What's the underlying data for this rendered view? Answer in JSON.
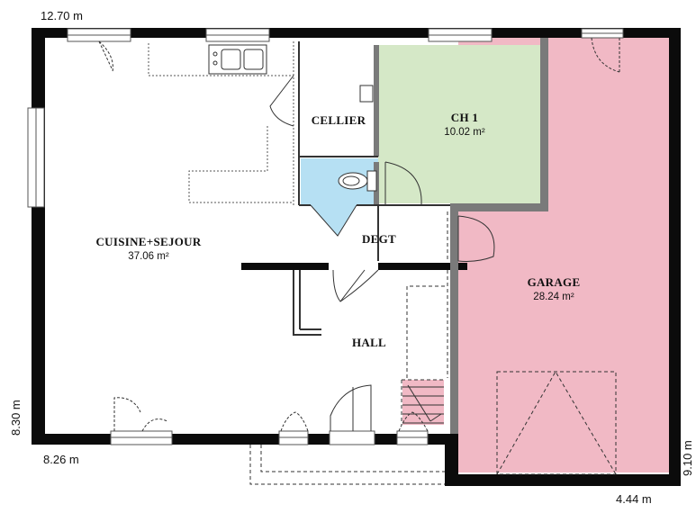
{
  "dimensions": {
    "top_width": "12.70 m",
    "left_height": "8.30 m",
    "bottom_left_width": "8.26 m",
    "right_height": "9.10 m",
    "bottom_right_width": "4.44 m"
  },
  "rooms": {
    "cuisine_sejour": {
      "name": "CUISINE+SEJOUR",
      "area": "37.06 m²"
    },
    "cellier": {
      "name": "CELLIER"
    },
    "ch1": {
      "name": "CH 1",
      "area": "10.02 m²",
      "fill": "#d5e8c7"
    },
    "degt": {
      "name": "DEGT"
    },
    "hall": {
      "name": "HALL"
    },
    "garage": {
      "name": "GARAGE",
      "area": "28.24 m²",
      "fill": "#f1b9c5"
    },
    "wc": {
      "fill": "#b6e0f3"
    }
  },
  "colors": {
    "wall": "#0b0b0b",
    "partition": "#7a7a7a",
    "window": "#ffffff"
  }
}
